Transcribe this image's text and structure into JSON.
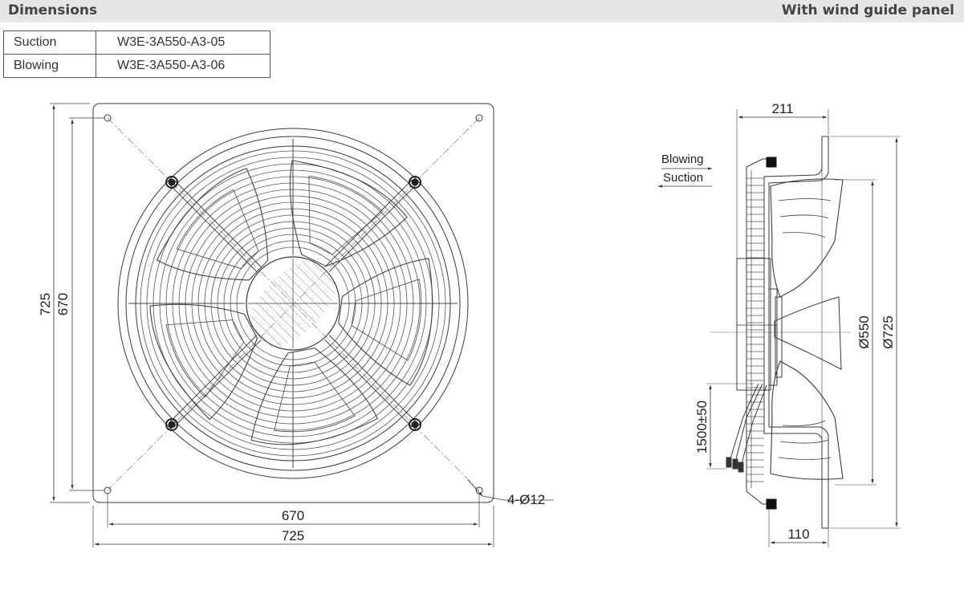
{
  "header": {
    "title": "Dimensions",
    "variant": "With wind guide panel"
  },
  "models": [
    {
      "mode": "Suction",
      "code": "W3E-3A550-A3-05"
    },
    {
      "mode": "Blowing",
      "code": "W3E-3A550-A3-06"
    }
  ],
  "front_view": {
    "dim_width_outer": "725",
    "dim_width_inner": "670",
    "dim_height_outer": "725",
    "dim_height_inner": "670",
    "hole_callout": "4-Ø12"
  },
  "side_view": {
    "dim_depth": "211",
    "dim_flange": "110",
    "dim_cable": "1500±50",
    "dim_fan_dia": "Ø550",
    "dim_panel_dia": "Ø725",
    "label_blowing": "Blowing",
    "label_suction": "Suction"
  },
  "colors": {
    "line": "#3a3a3a",
    "header_bg": "#e6e6e6"
  }
}
